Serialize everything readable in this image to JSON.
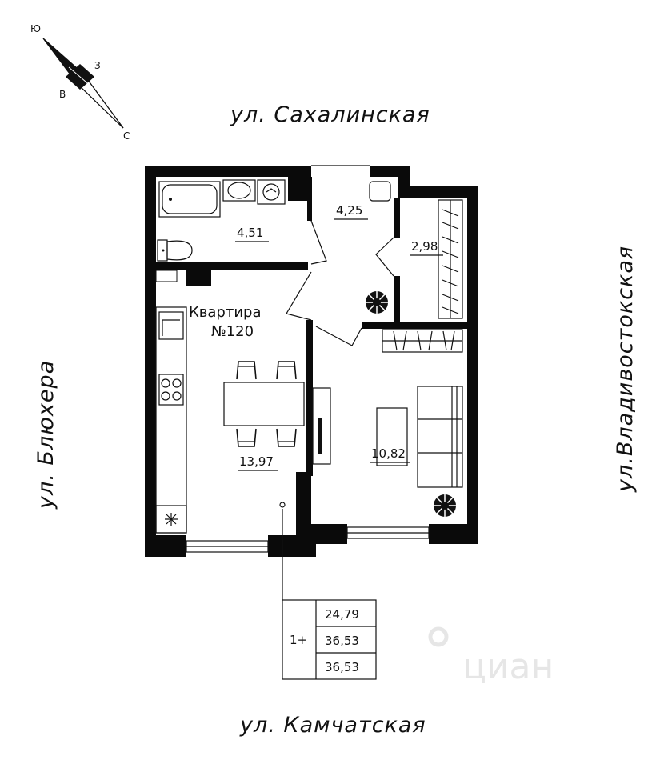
{
  "streets": {
    "north": "ул. Сахалинская",
    "south": "ул. Камчатская",
    "west": "ул. Блюхера",
    "east": "ул.Владивостокская"
  },
  "compass": {
    "labels": [
      "Ю",
      "З",
      "В",
      "С"
    ]
  },
  "apartment": {
    "line1": "Квартира",
    "line2": "№120"
  },
  "rooms": {
    "bathroom": "4,51",
    "hall": "4,25",
    "storage": "2,98",
    "kitchen_living": "13,97",
    "bedroom": "10,82"
  },
  "summary": {
    "rooms_label": "1+",
    "values": [
      "24,79",
      "36,53",
      "36,53"
    ]
  },
  "watermark": "циан"
}
